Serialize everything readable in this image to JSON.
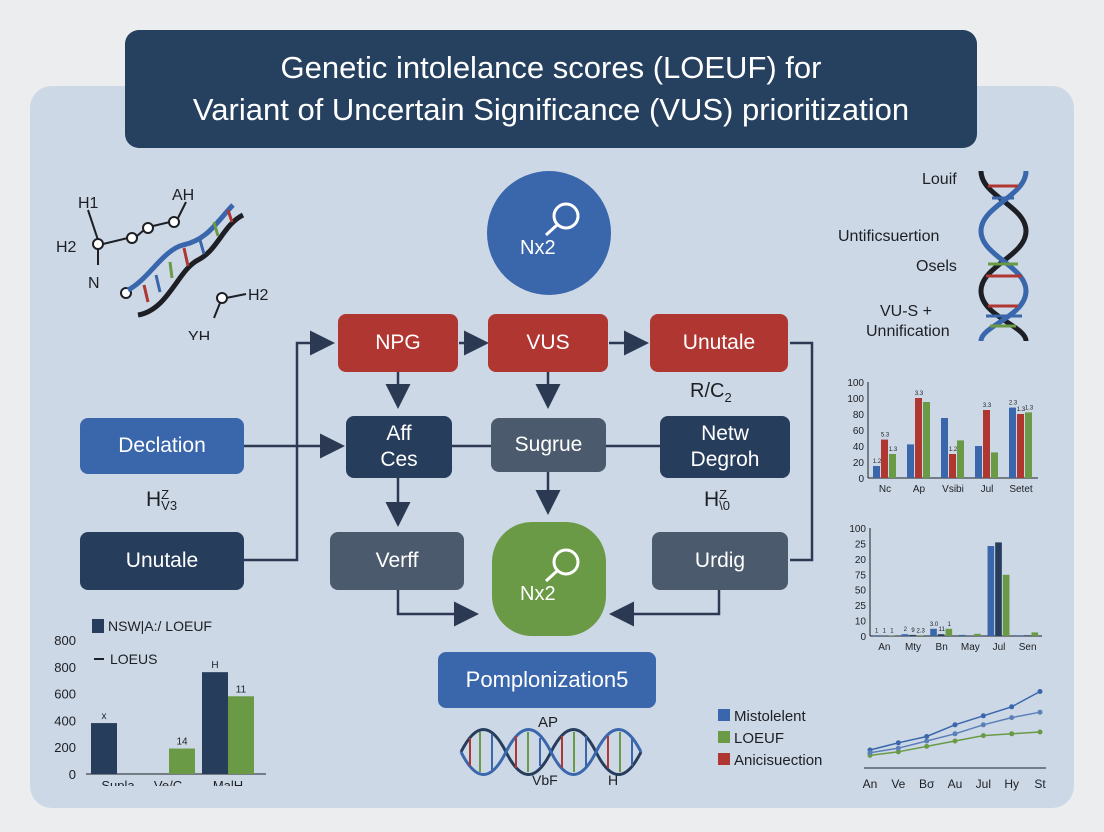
{
  "title": {
    "line1": "Genetic intolelance scores (LOEUF) for",
    "line2": "Variant of Uncertain Significance (VUS) prioritization"
  },
  "colors": {
    "navy": "#273d5c",
    "red": "#b03632",
    "slate": "#4b5a6c",
    "blue": "#3a66ac",
    "green": "#6a9a45",
    "panel": "#ccd8e6"
  },
  "molecule": {
    "labels": [
      "H1",
      "AH",
      "H2",
      "N",
      "H2",
      "YH"
    ]
  },
  "top_circle": {
    "label": "Nx2"
  },
  "bottom_circle": {
    "label": "Nx2"
  },
  "flow": {
    "row1": [
      "NPG",
      "VUS",
      "Unutale"
    ],
    "row2_left": {
      "line1": "Aff",
      "line2": "Ces"
    },
    "row2_mid": "Sugrue",
    "row2_right": {
      "line1": "Netw",
      "line2": "Degroh"
    },
    "row3_left": "Verff",
    "row3_right": "Urdig",
    "side_top": "Declation",
    "side_bottom": "Unutale",
    "formula_left": "H",
    "formula_left_sup": "Z",
    "formula_left_sub": "V3",
    "formula_right": "H",
    "formula_right_sup": "Z",
    "formula_right_sub": "\\0",
    "rc_label": "R/C",
    "rc_sub": "2",
    "result": "Pomplonization5"
  },
  "dna_right": {
    "labels": [
      "Louif",
      "Untificsuertion",
      "Osels",
      "VU-S +",
      "Unnification"
    ]
  },
  "dna_bottom": {
    "labels": [
      "AP",
      "VbF",
      "H"
    ]
  },
  "chart_data": [
    {
      "type": "bar",
      "categories": [
        "Nc",
        "Ap",
        "Vsibi",
        "Jul",
        "Setet"
      ],
      "yticks": [
        "100",
        "100",
        "80",
        "60",
        "40",
        "20",
        "0"
      ],
      "ylim": [
        0,
        120
      ],
      "series": [
        {
          "color": "#3a66ac",
          "values": [
            15,
            42,
            75,
            40,
            88
          ]
        },
        {
          "color": "#b03632",
          "values": [
            48,
            100,
            30,
            85,
            80
          ]
        },
        {
          "color": "#6a9a45",
          "values": [
            30,
            95,
            47,
            32,
            82
          ]
        }
      ],
      "bar_labels": [
        "1.2",
        "5.3",
        "1.3",
        "",
        "3.3",
        "",
        "",
        "1.2",
        "",
        "",
        "3.3",
        "",
        "2.3",
        "1.3",
        "1.3"
      ]
    },
    {
      "type": "bar",
      "categories": [
        "An",
        "Mty",
        "Bn",
        "May",
        "Jul",
        "Sen"
      ],
      "yticks": [
        "100",
        "25",
        "20",
        "75",
        "50",
        "25",
        "10",
        "0"
      ],
      "ylim": [
        0,
        30
      ],
      "series": [
        {
          "color": "#3a66ac",
          "values": [
            0.2,
            0.5,
            2,
            0.3,
            25,
            0.2
          ]
        },
        {
          "color": "#273d5c",
          "values": [
            0.1,
            0.3,
            0.5,
            0.1,
            26,
            0.2
          ]
        },
        {
          "color": "#6a9a45",
          "values": [
            0.1,
            0.2,
            2,
            0.6,
            17,
            1
          ]
        }
      ],
      "bar_labels": [
        "1",
        "1",
        "1",
        "2",
        "9",
        "2.3",
        "3.0",
        "11",
        "1"
      ]
    },
    {
      "type": "bar",
      "categories": [
        "Supla",
        "Ve/C",
        "MalH"
      ],
      "yticks": [
        "800",
        "800",
        "600",
        "400",
        "200",
        "0"
      ],
      "ylim": [
        0,
        1000
      ],
      "series": [
        {
          "name": "NSW|A:/ LOEUF",
          "color": "#273d5c",
          "values": [
            380,
            0,
            760
          ]
        },
        {
          "name": "LOEUS",
          "color": "#6a9a45",
          "values": [
            0,
            190,
            580
          ]
        }
      ],
      "bar_labels": [
        "x",
        "14",
        "H",
        "11"
      ]
    },
    {
      "type": "line",
      "categories": [
        "An",
        "Ve",
        "Bσ",
        "Au",
        "Jul",
        "Hy",
        "St"
      ],
      "series": [
        {
          "name": "Mistolelent",
          "color": "#3a66ac",
          "values": [
            20,
            28,
            35,
            48,
            58,
            68,
            85
          ]
        },
        {
          "name": "LOEUF",
          "color": "#6a9a45",
          "values": [
            14,
            18,
            24,
            30,
            36,
            38,
            40
          ]
        },
        {
          "name": "Anicisuection",
          "color": "#5b7fb8",
          "values": [
            17,
            22,
            30,
            38,
            48,
            56,
            62
          ]
        }
      ]
    }
  ],
  "legend_bottom_right": [
    "Mistolelent",
    "LOEUF",
    "Anicisuection"
  ],
  "legend_bottom_right_colors": [
    "#3a66ac",
    "#6a9a45",
    "#b03632"
  ]
}
